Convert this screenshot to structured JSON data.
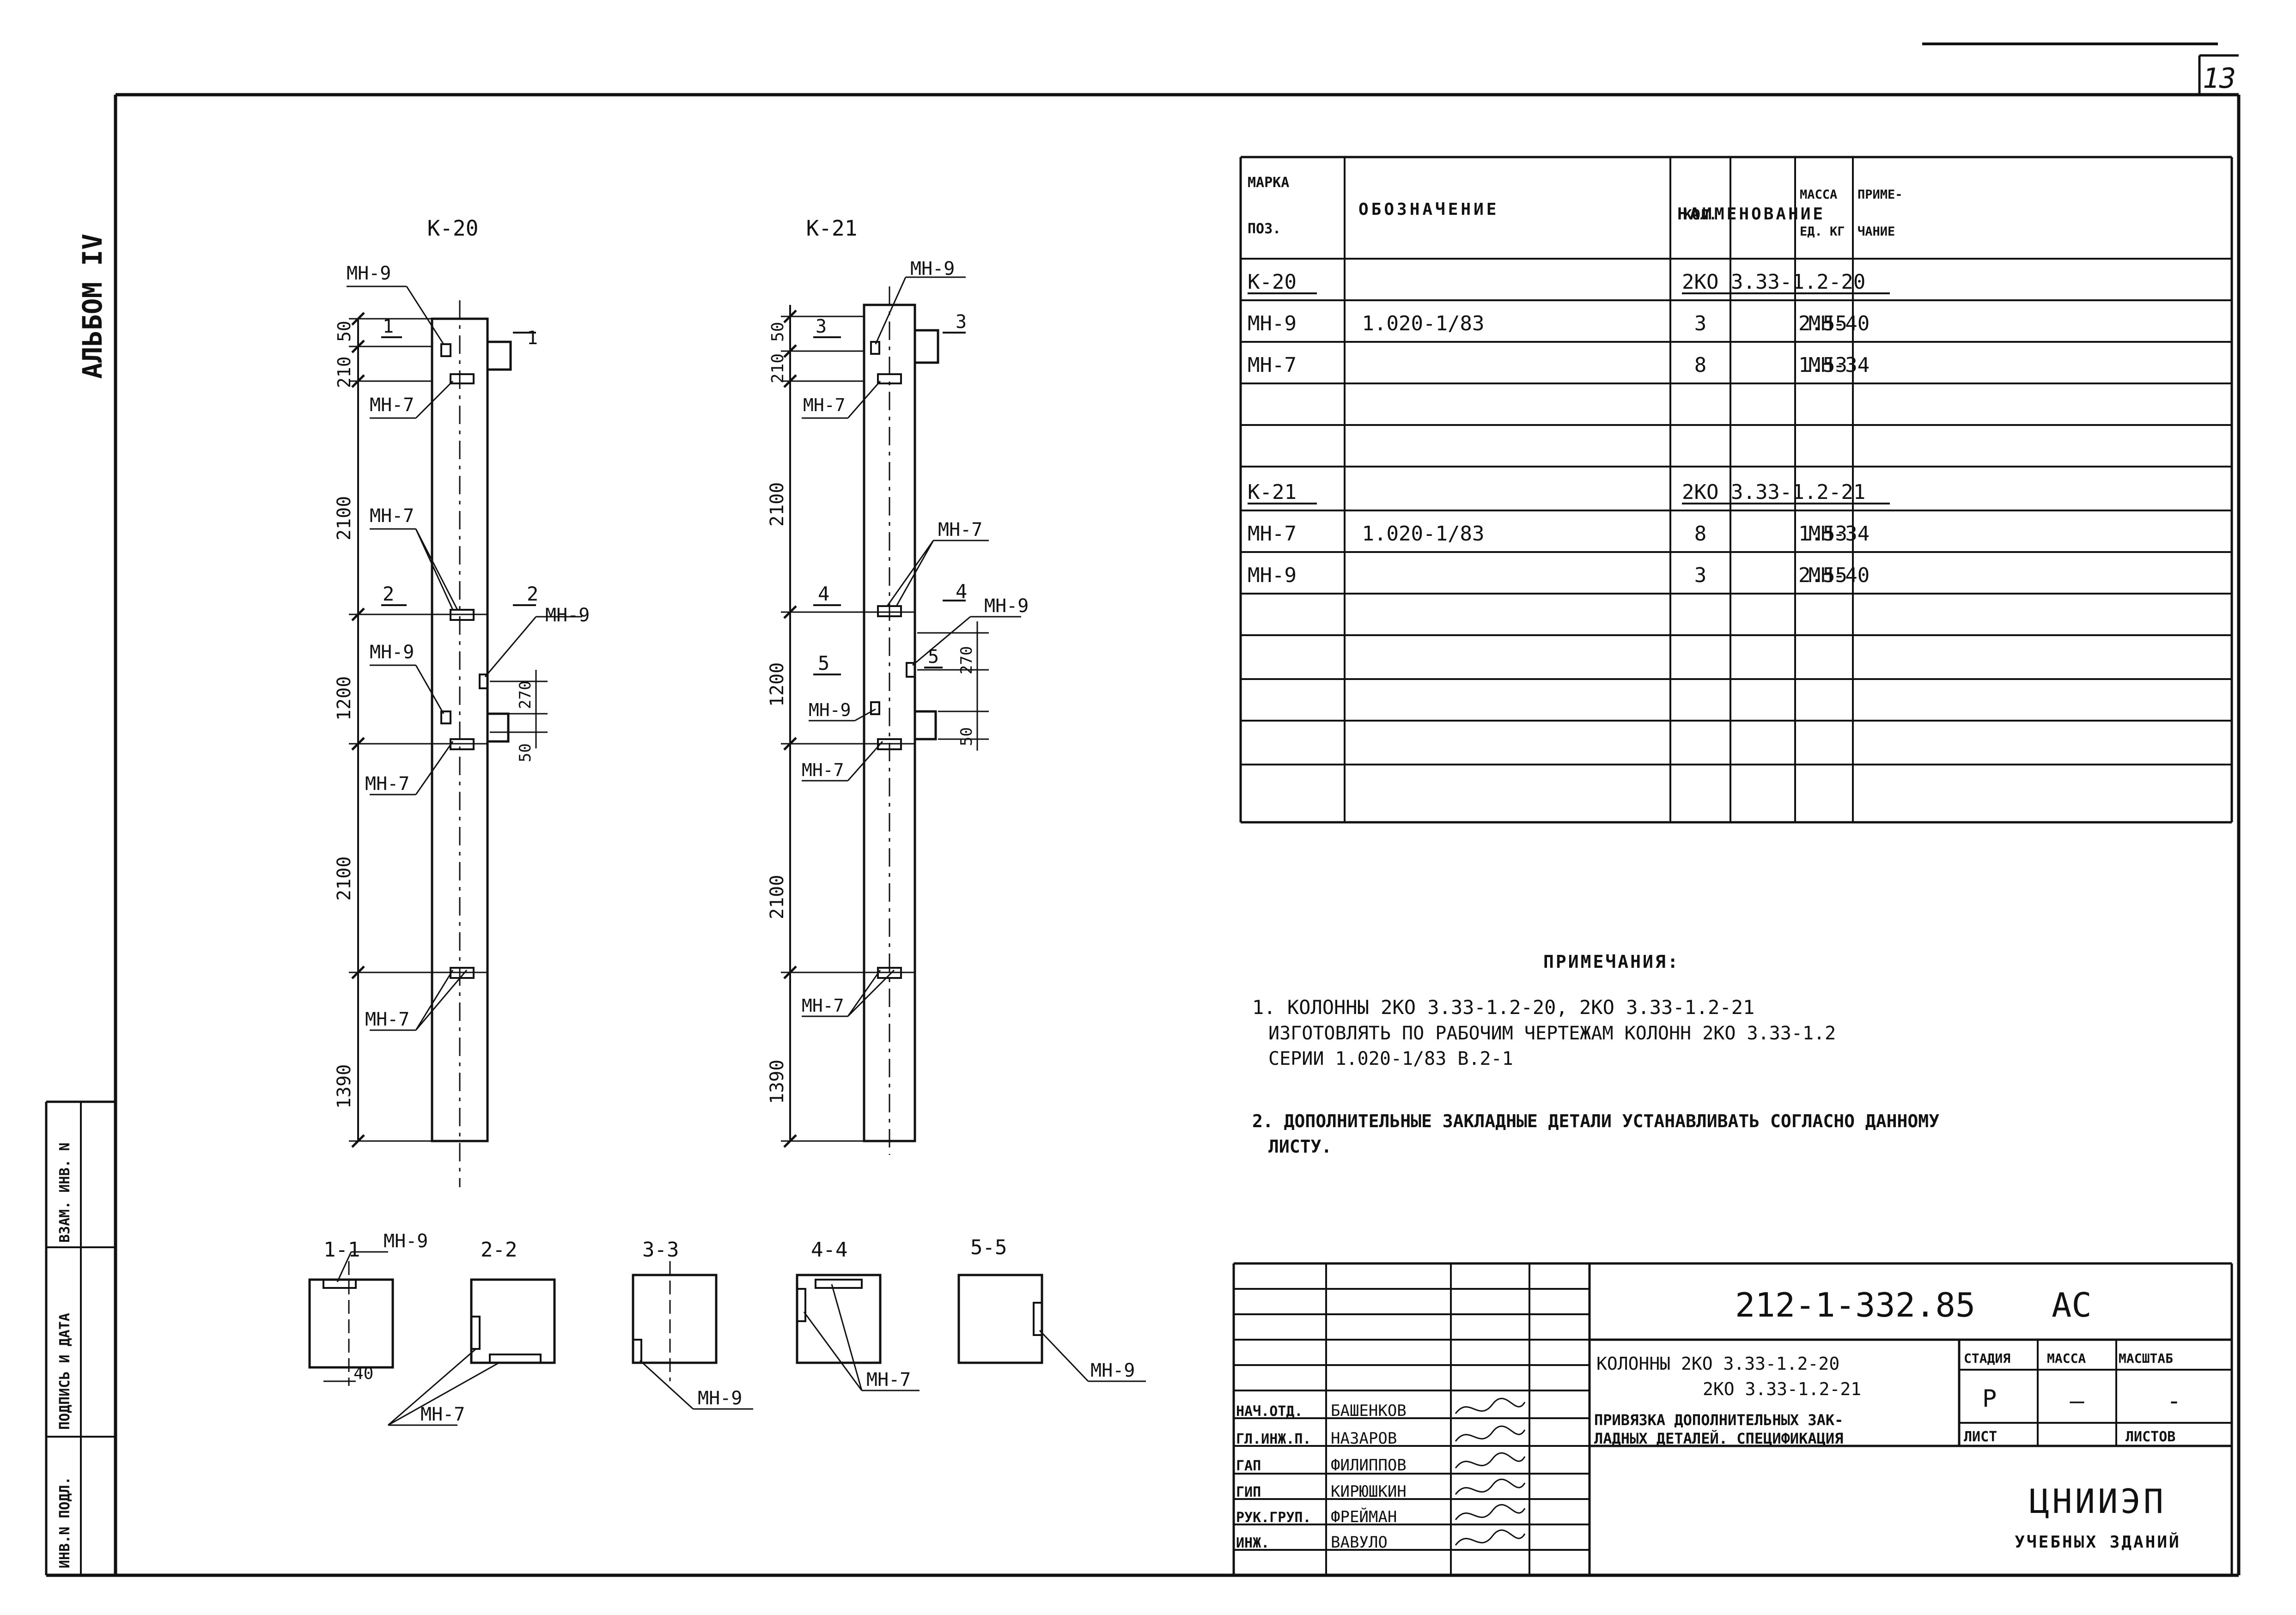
{
  "sheet": {
    "page_number": "13",
    "album": "АЛЬБОМ IV"
  },
  "left_stamp": [
    "ИНВ.N ПОДЛ.",
    "ПОДПИСЬ И ДАТА",
    "ВЗАМ. ИНВ. N"
  ],
  "columns": [
    {
      "title": "К-20",
      "dims": [
        "50",
        "210",
        "2100",
        "1200",
        "2100",
        "1390",
        "270",
        "50"
      ],
      "labels": [
        "МН-9",
        "МН-7",
        "МН-7",
        "МН-9",
        "МН-9",
        "МН-7",
        "МН-7"
      ],
      "cuts": [
        "1",
        "1",
        "2",
        "2"
      ]
    },
    {
      "title": "К-21",
      "dims": [
        "50",
        "210",
        "2100",
        "1200",
        "2100",
        "1390",
        "270",
        "50"
      ],
      "labels": [
        "МН-9",
        "МН-7",
        "МН-7",
        "МН-9",
        "МН-9",
        "МН-7",
        "МН-7"
      ],
      "cuts": [
        "3",
        "3",
        "4",
        "4",
        "5",
        "5"
      ]
    }
  ],
  "sections": [
    {
      "title": "1-1",
      "label": "МН-9",
      "dim": "40"
    },
    {
      "title": "2-2",
      "label": "МН-7"
    },
    {
      "title": "3-3",
      "label": "МН-9"
    },
    {
      "title": "4-4",
      "label": "МН-7"
    },
    {
      "title": "5-5",
      "label": "МН-9"
    }
  ],
  "spec": {
    "headers": [
      "МАРКА ПОЗ.",
      "ОБОЗНАЧЕНИЕ",
      "НАИМЕНОВАНИЕ",
      "КОЛ.",
      "МАССА ЕД. КГ",
      "ПРИМЕ-ЧАНИЕ"
    ],
    "rows": [
      [
        "К-20",
        "",
        "2КО 3.33-1.2-20",
        "",
        "",
        ""
      ],
      [
        "МН-9",
        "1.020-1/83",
        "МН-40",
        "3",
        "2.55",
        ""
      ],
      [
        "МН-7",
        "",
        "МН-34",
        "8",
        "1.53",
        ""
      ],
      [
        "",
        "",
        "",
        "",
        "",
        ""
      ],
      [
        "",
        "",
        "",
        "",
        "",
        ""
      ],
      [
        "К-21",
        "",
        "2КО 3.33-1.2-21",
        "",
        "",
        ""
      ],
      [
        "МН-7",
        "1.020-1/83",
        "МН-34",
        "8",
        "1.53",
        ""
      ],
      [
        "МН-9",
        "",
        "МН-40",
        "3",
        "2.55",
        ""
      ],
      [
        "",
        "",
        "",
        "",
        "",
        ""
      ],
      [
        "",
        "",
        "",
        "",
        "",
        ""
      ],
      [
        "",
        "",
        "",
        "",
        "",
        ""
      ],
      [
        "",
        "",
        "",
        "",
        "",
        ""
      ],
      [
        "",
        "",
        "",
        "",
        "",
        ""
      ]
    ]
  },
  "notes": {
    "title": "ПРИМЕЧАНИЯ:",
    "lines": [
      "1. КОЛОННЫ 2КО 3.33-1.2-20, 2КО 3.33-1.2-21",
      "ИЗГОТОВЛЯТЬ ПО РАБОЧИМ ЧЕРТЕЖАМ КОЛОНН 2КО 3.33-1.2",
      "СЕРИИ 1.020-1/83 В.2-1",
      "2. ДОПОЛНИТЕЛЬНЫЕ ЗАКЛАДНЫЕ ДЕТАЛИ УСТАНАВЛИВАТЬ СОГЛАСНО ДАННОМУ",
      "ЛИСТУ."
    ]
  },
  "title_block": {
    "code": "212-1-332.85",
    "stage_code": "АС",
    "subject": [
      "КОЛОННЫ 2КО 3.33-1.2-20",
      "2КО 3.33-1.2-21"
    ],
    "sheet_title": [
      "ПРИВЯЗКА ДОПОЛНИТЕЛЬНЫХ ЗАК-",
      "ЛАДНЫХ ДЕТАЛЕЙ. СПЕЦИФИКАЦИЯ"
    ],
    "stage_header": "СТАДИЯ",
    "mass_header": "МАССА",
    "scale_header": "МАСШТАБ",
    "stage": "Р",
    "mass": "—",
    "scale": "-",
    "sheet_label": "ЛИСТ",
    "sheets_label": "ЛИСТОВ",
    "org": "ЦНИИЭП",
    "org_sub": "УЧЕБНЫХ ЗДАНИЙ",
    "signatures": [
      {
        "role": "НАЧ.ОТД.",
        "name": "БАШЕНКОВ"
      },
      {
        "role": "ГЛ.ИНЖ.П.",
        "name": "НАЗАРОВ"
      },
      {
        "role": "ГАП",
        "name": "ФИЛИППОВ"
      },
      {
        "role": "ГИП",
        "name": "КИРЮШКИН"
      },
      {
        "role": "РУК.ГРУП.",
        "name": "ФРЕЙМАН"
      },
      {
        "role": "ИНЖ.",
        "name": "ВАВУЛО"
      }
    ]
  }
}
